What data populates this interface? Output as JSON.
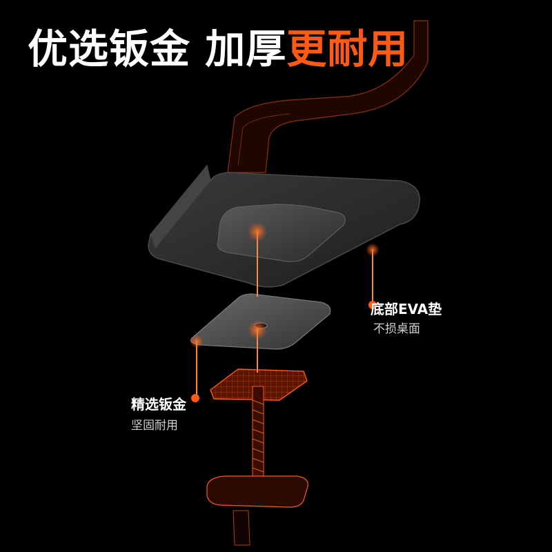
{
  "headline": {
    "part1": "优选钣金 加厚",
    "part2": "更耐用"
  },
  "callouts": {
    "eva": {
      "title": "底部EVA垫",
      "subtitle": "不损桌面"
    },
    "sheet_metal": {
      "title": "精选钣金",
      "subtitle": "坚固耐用"
    }
  },
  "colors": {
    "background": "#000000",
    "accent": "#ff5a14",
    "plate": "#2b2b2b",
    "plate_top": "#3a3a3a"
  }
}
